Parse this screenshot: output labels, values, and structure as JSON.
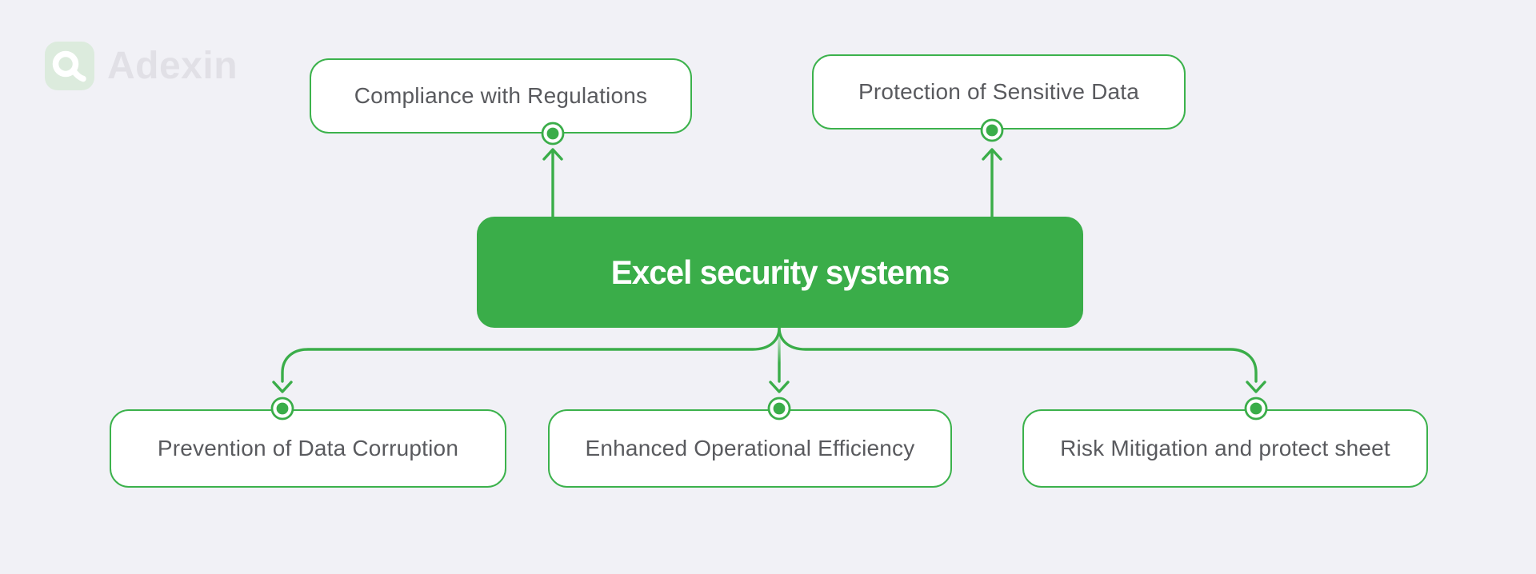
{
  "page": {
    "background_color": "#f1f1f6"
  },
  "brand": {
    "name": "Adexin",
    "tile_color": "#dcebdd",
    "glyph": "adexin-a-mark",
    "text_color": "#e1e0e6"
  },
  "colors": {
    "accent_green": "#3aad49",
    "node_border_green": "#3cb24c",
    "node_text_gray": "#595a5e",
    "center_text": "#ffffff"
  },
  "diagram": {
    "center_node": {
      "label": "Excel security systems"
    },
    "top_nodes": [
      {
        "label": "Compliance with Regulations"
      },
      {
        "label": "Protection of Sensitive Data"
      }
    ],
    "bottom_nodes": [
      {
        "label": "Prevention of Data Corruption"
      },
      {
        "label": "Enhanced Operational Efficiency"
      },
      {
        "label": "Risk Mitigation and protect sheet"
      }
    ]
  }
}
